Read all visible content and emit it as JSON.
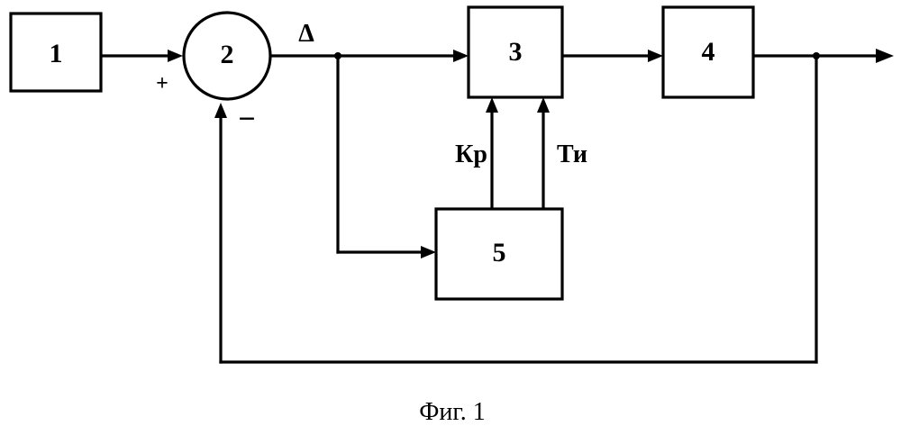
{
  "blocks": {
    "b1": "1",
    "b2": "2",
    "b3": "3",
    "b4": "4",
    "b5": "5"
  },
  "signals": {
    "plus": "+",
    "minus": "−",
    "error": "Δ",
    "kp": "Кр",
    "ti": "Ти"
  },
  "caption": "Фиг. 1"
}
